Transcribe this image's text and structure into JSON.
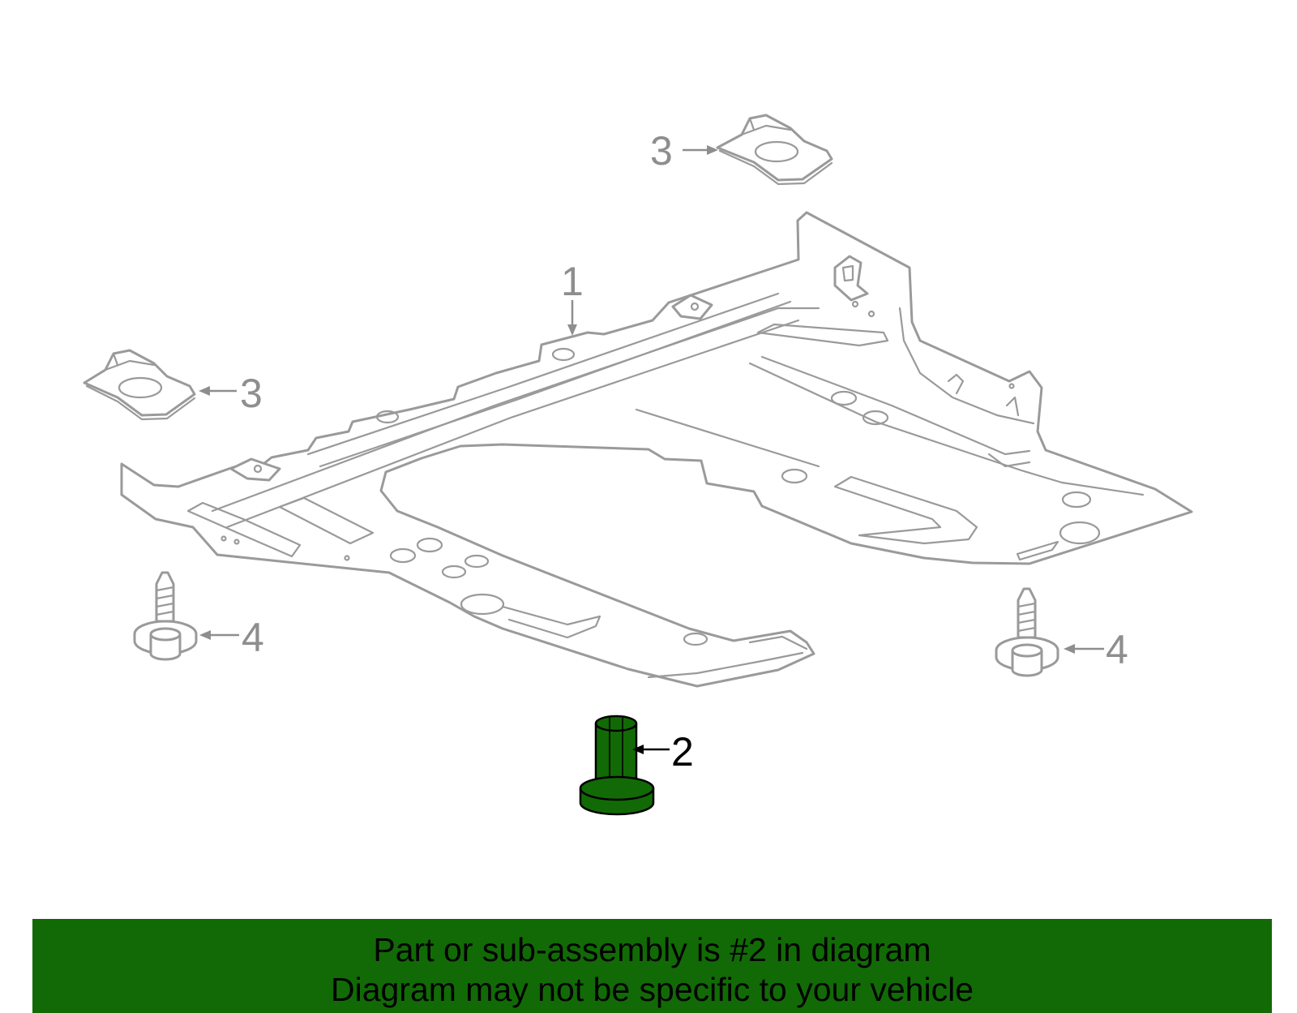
{
  "callouts": {
    "part1": "1",
    "part2": "2",
    "part3_top": "3",
    "part3_left": "3",
    "part4_left": "4",
    "part4_right": "4"
  },
  "banner": {
    "line1": "Part or sub-assembly is #2 in diagram",
    "line2": "Diagram may not be specific to your vehicle"
  },
  "colors": {
    "highlight": "#126a06",
    "banner_bg": "#126a06",
    "line_art": "#9a9a9a"
  }
}
